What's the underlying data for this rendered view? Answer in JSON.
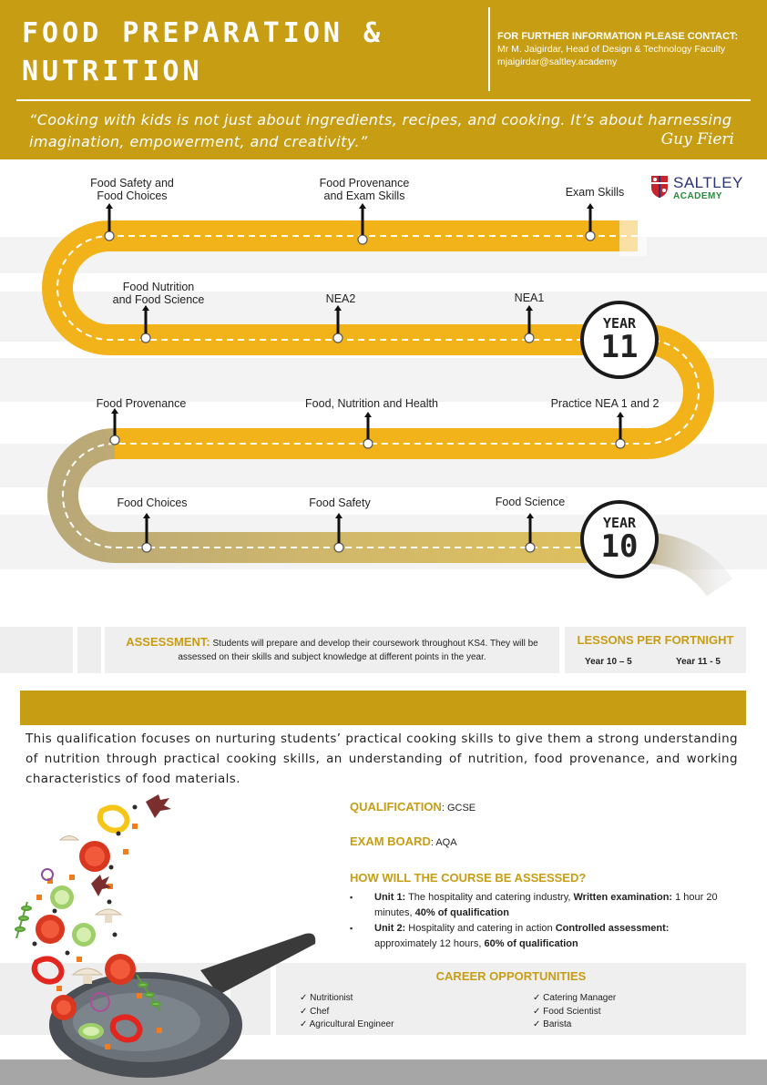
{
  "header": {
    "title_line1": "FOOD PREPARATION &",
    "title_line2": "NUTRITION",
    "contact_heading": "FOR FURTHER INFORMATION PLEASE CONTACT:",
    "contact_name": "Mr M. Jaigirdar, Head of Design & Technology Faculty",
    "contact_email": "mjaigirdar@saltley.academy",
    "quote": "“Cooking with kids is not just about ingredients, recipes, and cooking. It’s about harnessing imagination, empowerment, and creativity.”",
    "quote_author": "Guy Fieri"
  },
  "logo": {
    "line1": "SALTLEY",
    "line2": "ACADEMY"
  },
  "roadmap": {
    "year11": {
      "badge_label": "YEAR",
      "badge_number": "11",
      "row1": [
        "Food Safety and\nFood Choices",
        "Food Provenance\nand Exam Skills",
        "Exam Skills"
      ],
      "row2": [
        "Food Nutrition\nand Food Science",
        "NEA2",
        "NEA1"
      ]
    },
    "year10": {
      "badge_label": "YEAR",
      "badge_number": "10",
      "row1": [
        "Food Provenance",
        "Food, Nutrition and Health",
        "Practice NEA 1 and 2"
      ],
      "row2": [
        "Food Choices",
        "Food Safety",
        "Food Science"
      ]
    }
  },
  "assessment": {
    "label": "ASSESSMENT:",
    "text": "Students will prepare and develop their coursework throughout KS4. They will be assessed on their skills and subject knowledge at different points in the year."
  },
  "lessons": {
    "heading": "LESSONS PER FORTNIGHT",
    "year10": "Year 10 – 5",
    "year11": "Year 11 - 5"
  },
  "intro": "This qualification focuses on nurturing students’ practical cooking skills to give them a strong understanding of  nutrition through practical cooking skills, an understanding of nutrition, food provenance, and working characteristics of food materials.",
  "qualification": {
    "label": "QUALIFICATION",
    "value": ": GCSE"
  },
  "exam_board": {
    "label": "EXAM BOARD",
    "value": ": AQA"
  },
  "assessed": {
    "heading": "HOW WILL THE COURSE BE ASSESSED?",
    "unit1": {
      "name": "Unit 1:",
      "text": " The hospitality and catering industry, ",
      "bold1": "Written examination:",
      "text2": " 1 hour 20 minutes, ",
      "bold2": "40% of qualification"
    },
    "unit2": {
      "name": "Unit 2:",
      "text": " Hospitality and catering in action ",
      "bold1": "Controlled assessment:",
      "text2": " approximately 12 hours, ",
      "bold2": "60% of qualification"
    }
  },
  "careers": {
    "heading": "CAREER OPPORTUNITIES",
    "col1": [
      "Nutritionist",
      "Chef",
      "Agricultural Engineer"
    ],
    "col2": [
      "Catering Manager",
      "Food Scientist",
      "Barista"
    ]
  },
  "colors": {
    "gold": "#c79d14",
    "road_y11": "#f2b31a",
    "road_y10": "#cdb56a",
    "light_grey": "#efefef"
  }
}
